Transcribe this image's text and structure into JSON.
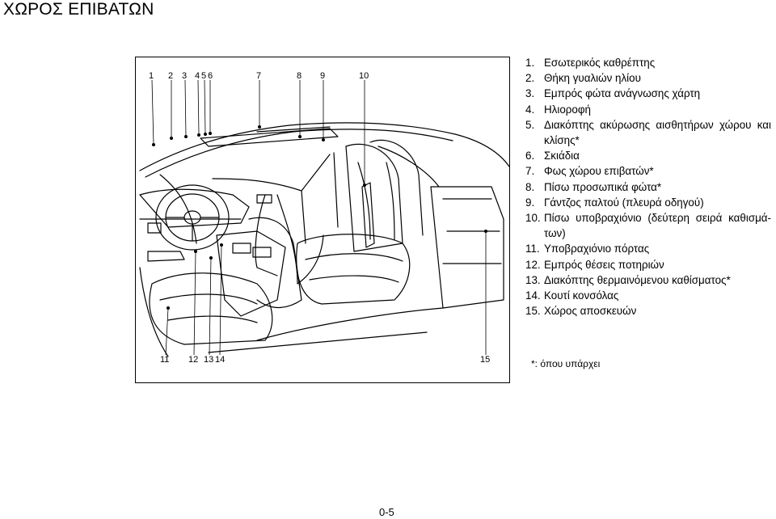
{
  "page": {
    "title": "ΧΩΡΟΣ ΕΠΙΒΑΤΩΝ",
    "page_number": "0-5",
    "footnote": "*: όπου υπάρχει"
  },
  "figure": {
    "top_labels": [
      "1",
      "2",
      "3",
      "4",
      "5",
      "6",
      "7",
      "8",
      "9",
      "10"
    ],
    "bottom_labels": [
      "11",
      "12",
      "13",
      "14",
      "15"
    ]
  },
  "legend": [
    {
      "num": "1.",
      "text": "Εσωτερικός καθρέπτης"
    },
    {
      "num": "2.",
      "text": "Θήκη γυαλιών ηλίου"
    },
    {
      "num": "3.",
      "text": "Εμπρός φώτα ανάγνωσης χάρτη"
    },
    {
      "num": "4.",
      "text": "Ηλιοροφή"
    },
    {
      "num": "5.",
      "text": "Διακόπτης ακύρωσης αισθητήρων χώρου και κλίσης*"
    },
    {
      "num": "6.",
      "text": "Σκιάδια"
    },
    {
      "num": "7.",
      "text": "Φως χώρου επιβατών*"
    },
    {
      "num": "8.",
      "text": "Πίσω προσωπικά φώτα*"
    },
    {
      "num": "9.",
      "text": "Γάντζος παλτού (πλευρά οδηγού)"
    },
    {
      "num": "10.",
      "text": "Πίσω υποβραχιόνιο (δεύτερη σειρά καθισμά-των)"
    },
    {
      "num": "11.",
      "text": "Υποβραχιόνιο πόρτας"
    },
    {
      "num": "12.",
      "text": "Εμπρός θέσεις ποτηριών"
    },
    {
      "num": "13.",
      "text": "Διακόπτης θερμαινόμενου καθίσματος*"
    },
    {
      "num": "14.",
      "text": "Κουτί κονσόλας"
    },
    {
      "num": "15.",
      "text": "Χώρος αποσκευών"
    }
  ]
}
